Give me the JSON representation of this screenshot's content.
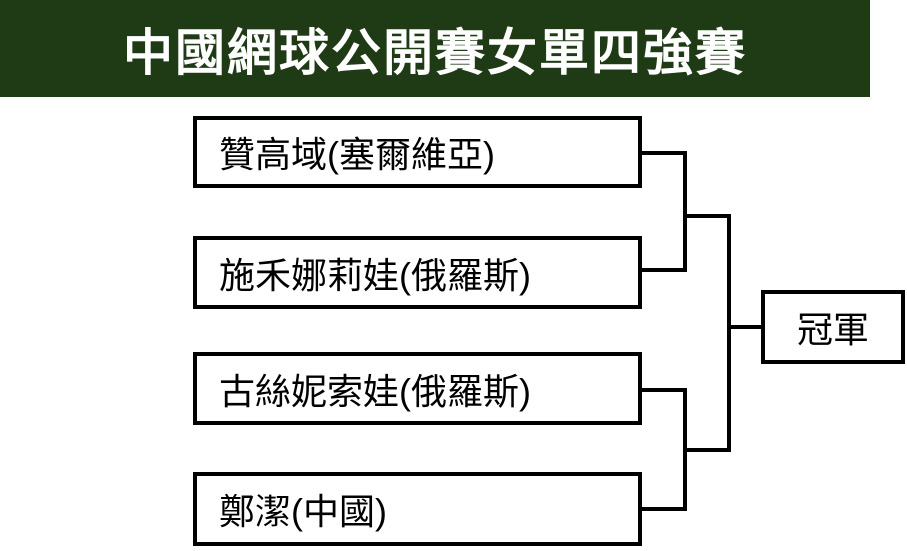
{
  "title": "中國網球公開賽女單四強賽",
  "players": [
    "贊高域(塞爾維亞)",
    "施禾娜莉娃(俄羅斯)",
    "古絲妮索娃(俄羅斯)",
    "鄭潔(中國)"
  ],
  "champion_label": "冠軍",
  "colors": {
    "title_bg": "#1f3b16",
    "title_text": "#ffffff",
    "line": "#000000"
  }
}
